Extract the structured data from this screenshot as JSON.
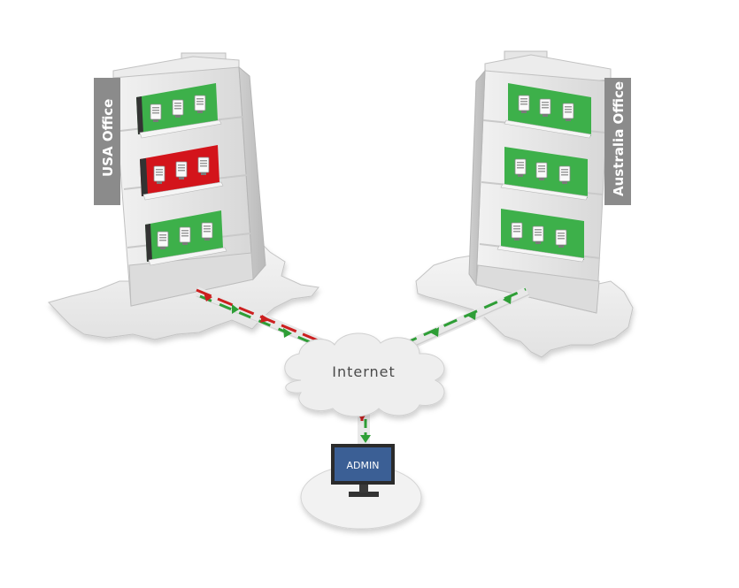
{
  "buildings": {
    "usa": {
      "label": "USA Office",
      "floor_status": [
        "ok",
        "alert",
        "ok"
      ]
    },
    "australia": {
      "label": "Australia Office",
      "floor_status": [
        "ok",
        "ok",
        "ok"
      ]
    }
  },
  "cloud": {
    "label": "Internet"
  },
  "admin": {
    "label": "ADMIN"
  },
  "colors": {
    "ok": "#3db04a",
    "alert": "#d3141b",
    "link_ok": "#2e9e36",
    "link_alert": "#cc1f1f",
    "monitor": "#3b5f95"
  },
  "icons": [
    "server-icon",
    "monitor-icon",
    "cloud-icon",
    "arrow-icon"
  ]
}
